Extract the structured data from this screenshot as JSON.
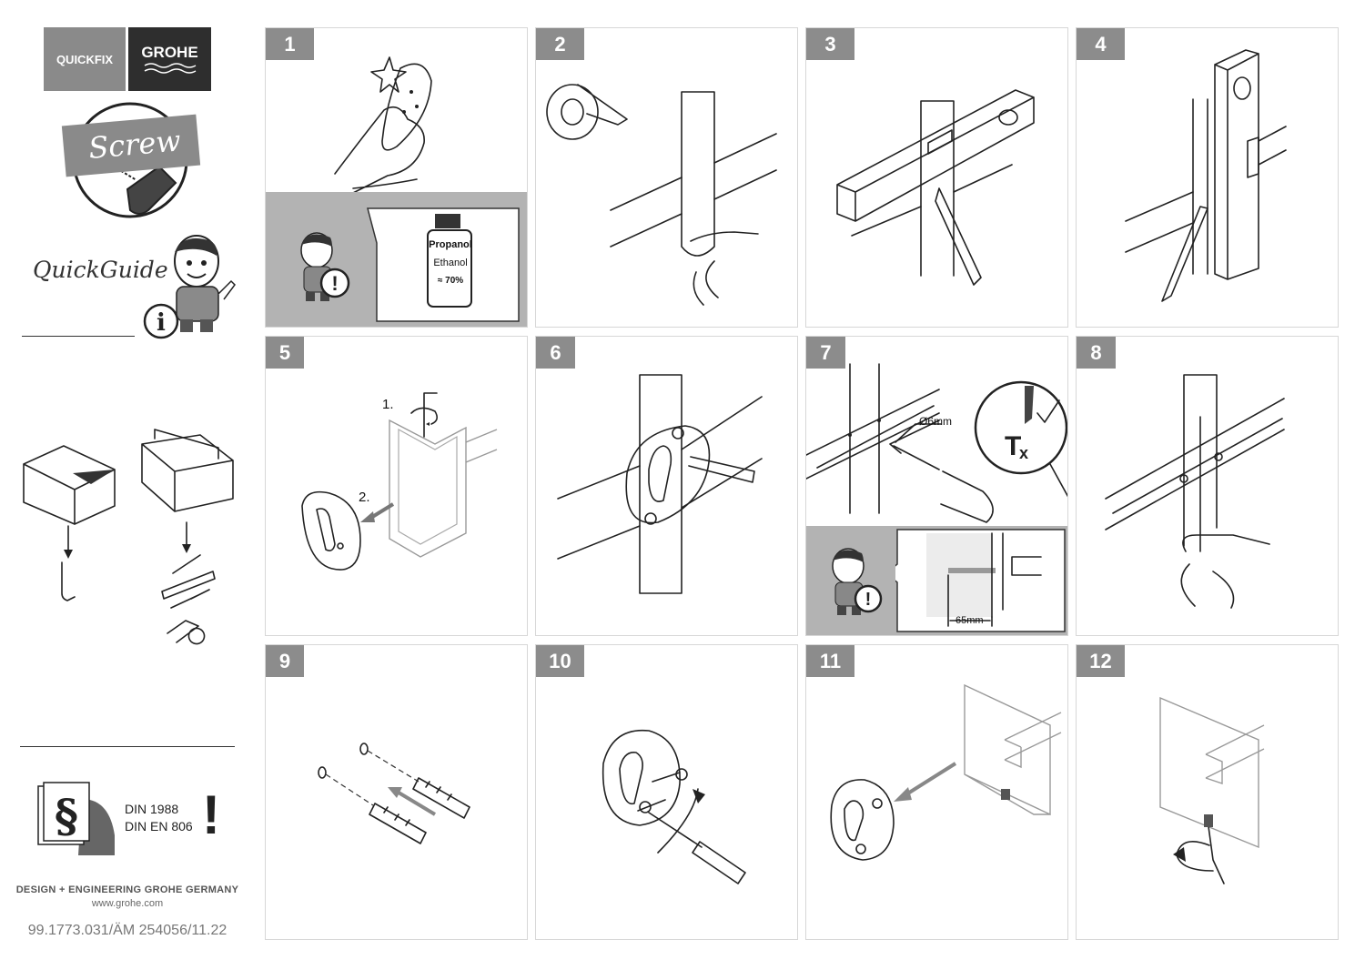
{
  "brand": {
    "quickfix": "QUICKFIX",
    "grohe": "GROHE",
    "screw": "Screw",
    "quickguide": "QuickGuide"
  },
  "standards": {
    "line1": "DIN 1988",
    "line2": "DIN EN 806",
    "exclamation": "!"
  },
  "footer": {
    "design": "DESIGN + ENGINEERING GROHE GERMANY",
    "website": "www.grohe.com",
    "doc_number": "99.1773.031/ÄM 254056/11.22"
  },
  "steps": [
    {
      "number": "1"
    },
    {
      "number": "2"
    },
    {
      "number": "3"
    },
    {
      "number": "4"
    },
    {
      "number": "5"
    },
    {
      "number": "6"
    },
    {
      "number": "7"
    },
    {
      "number": "8"
    },
    {
      "number": "9"
    },
    {
      "number": "10"
    },
    {
      "number": "11"
    },
    {
      "number": "12"
    }
  ],
  "step1": {
    "bottle_line1": "Propanol",
    "bottle_line2": "Ethanol",
    "bottle_line3": "≈ 70%"
  },
  "step5": {
    "label1": "1.",
    "label2": "2."
  },
  "step7": {
    "drill_diameter": "Ø6mm",
    "depth": "65mm"
  },
  "colors": {
    "badge": "#8c8c8c",
    "note_bg": "#b3b3b3",
    "grohe_dark": "#2e2e2e",
    "quickfix_grey": "#8a8a8a"
  }
}
